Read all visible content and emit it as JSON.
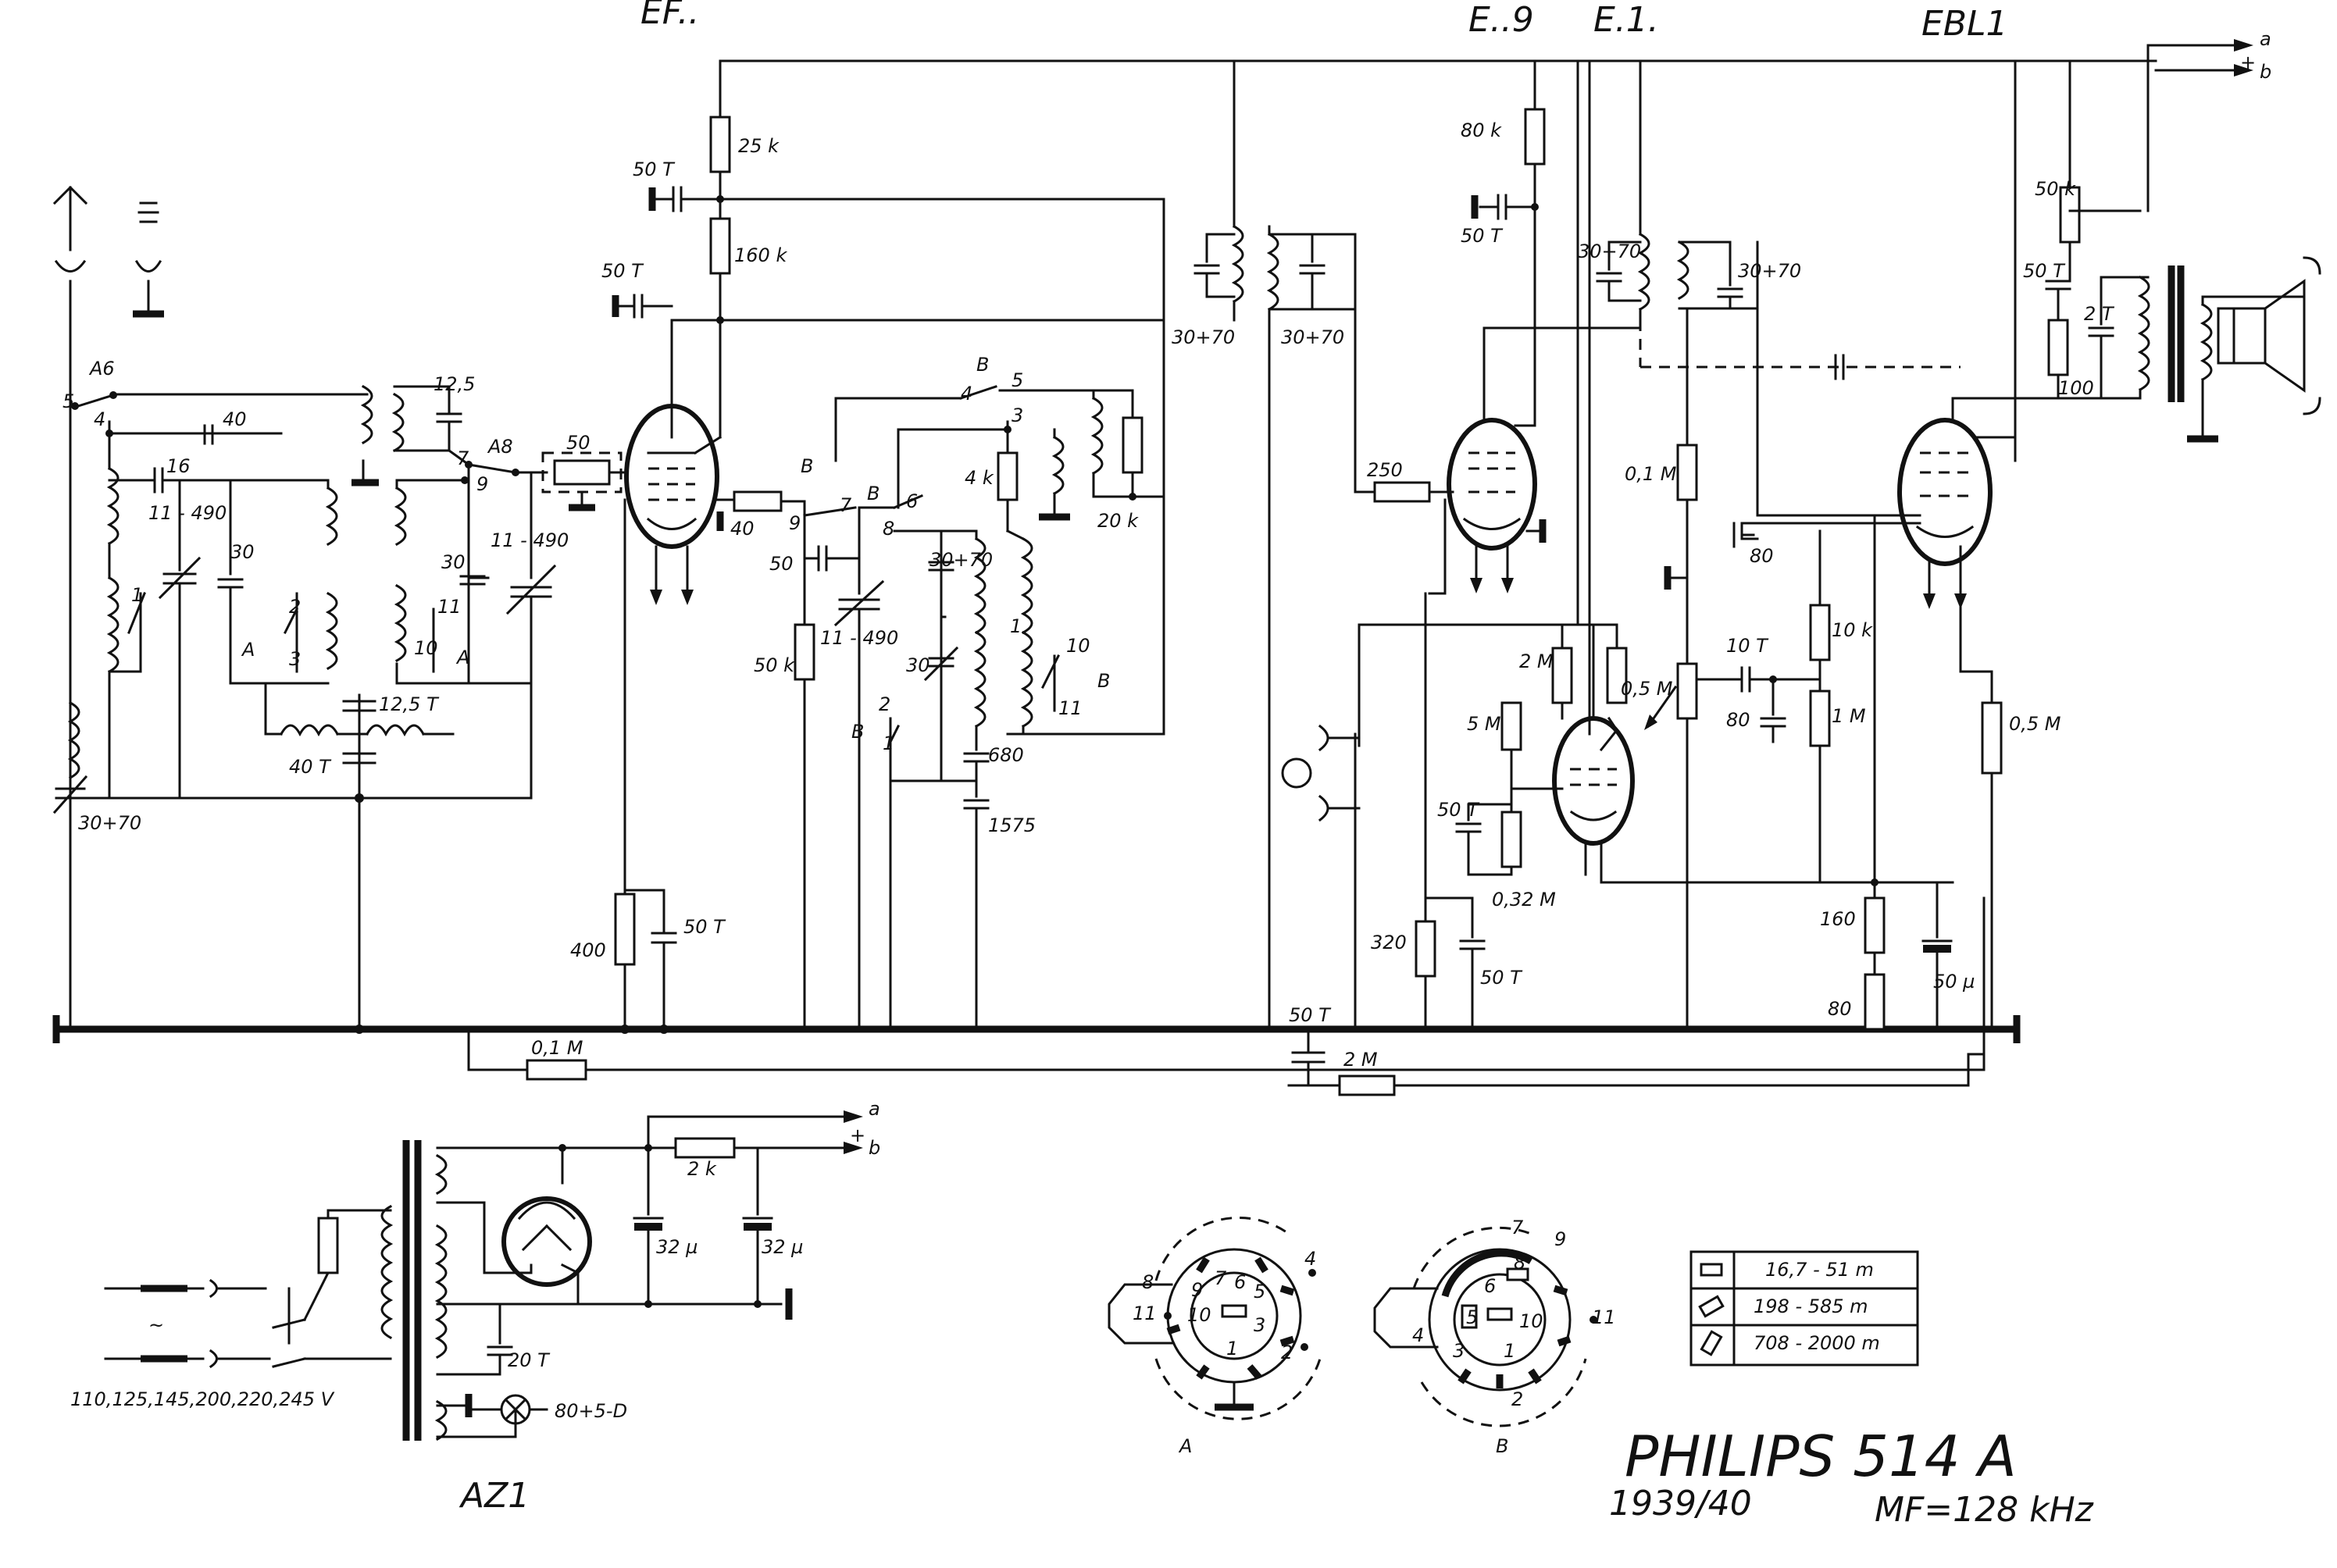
{
  "tube_names": {
    "tube1": "EF..",
    "tube2": "E..9",
    "tube3": "E.1.",
    "tube4": "EBL1"
  },
  "title": {
    "model": "PHILIPS  514 A",
    "year": "1939/40",
    "mf": "MF=128 kHz"
  },
  "rectifier_label": "AZ1",
  "mains_voltages": "110,125,145,200,220,245 V",
  "lamp_label": "80+5-D",
  "socket_labels": {
    "a": "A",
    "b": "B"
  },
  "outputs": {
    "a": "a",
    "b": "b",
    "plus": "+"
  },
  "band_table": [
    {
      "range": "16,7 - 51 m"
    },
    {
      "range": "198 - 585 m"
    },
    {
      "range": "708 - 2000 m"
    }
  ],
  "components": {
    "r25k": "25 k",
    "r160k": "160 k",
    "c50t1": "50 T",
    "c50t2": "50 T",
    "r80k": "80 k",
    "c50t3": "50 T",
    "r50k_pot": "50 k",
    "c50_t": "50 T",
    "c2t": "2 T",
    "r100": "100",
    "c3070a": "30+70",
    "c3070b": "30+70",
    "c3070c": "30+70",
    "c3070d": "30+70",
    "r250": "250",
    "r01m_a": "0,1 M",
    "c80a": "80",
    "c10t": "10 T",
    "r05m_pot": "0,5 M",
    "r10k": "10 k",
    "r1m": "1 M",
    "c80b": "80",
    "r05m": "0,5 M",
    "r2m": "2 M",
    "r5m": "5 M",
    "c50t4": "50 T",
    "r032m": "0,32 M",
    "r320": "320",
    "c50t5": "50 T",
    "r160": "160",
    "r80": "80",
    "c50u": "50 µ",
    "c50t6": "50 T",
    "r2m_b": "2 M",
    "r01m_b": "0,1 M",
    "r400": "400",
    "c50t7": "50 T",
    "r50k": "50 k",
    "c50": "50",
    "c11490a": "11 - 490",
    "c11490b": "11 - 490",
    "c11490c": "11 - 490",
    "r40": "40",
    "r4k": "4 k",
    "r20k": "20 k",
    "c30a": "30",
    "c30b": "30",
    "c30c": "30",
    "c3070e": "30+70",
    "c680": "680",
    "c1575": "1575",
    "c16": "16",
    "c40": "40",
    "c125": "12,5",
    "c125t": "12,5 T",
    "c40t": "40 T",
    "c3070ant": "30+70",
    "r50_shield": "50",
    "r2k": "2 k",
    "c32u_a": "32 µ",
    "c32u_b": "32 µ",
    "c20t": "20 T"
  },
  "switch_labels": {
    "a6": "A6",
    "a8": "A8",
    "a_1": "A",
    "a_2": "A",
    "b_1": "B",
    "b_2": "B",
    "b_3": "B",
    "b_4": "B",
    "b_5": "B",
    "n5": "5",
    "n4": "4",
    "n7": "7",
    "n9": "9",
    "n2": "2",
    "n3": "3",
    "n10": "10",
    "n11": "11",
    "n1": "1",
    "nb4": "4",
    "nb5": "5",
    "nb3": "3",
    "nb7": "7",
    "nb9": "9",
    "nb6": "6",
    "nb8": "8",
    "nb2": "2",
    "nb1": "1",
    "nb10": "10",
    "nb11": "11",
    "na1": "1"
  },
  "pin_labels_a": [
    "8",
    "7",
    "9",
    "6",
    "5",
    "4",
    "11",
    "10",
    "3",
    "1",
    "2"
  ],
  "pin_labels_b": [
    "7",
    "9",
    "6",
    "8",
    "5",
    "10",
    "4",
    "3",
    "1",
    "11",
    "2"
  ]
}
